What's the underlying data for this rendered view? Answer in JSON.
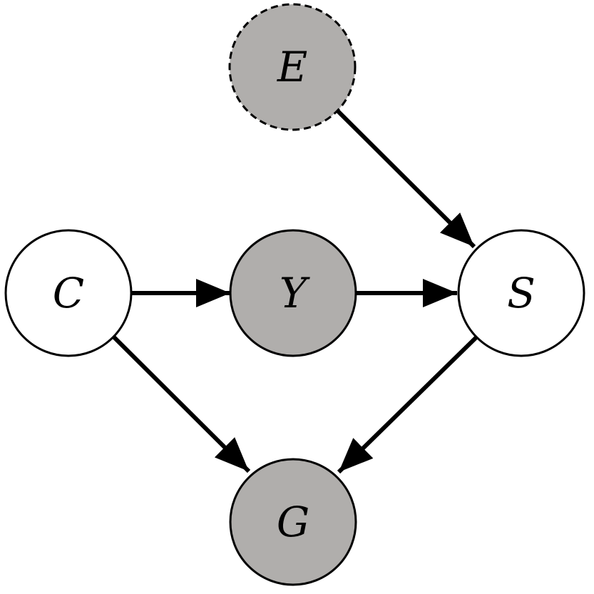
{
  "diagram": {
    "nodes": [
      {
        "id": "E",
        "label": "E",
        "observed": true,
        "latent_outline": true
      },
      {
        "id": "C",
        "label": "C",
        "observed": false,
        "latent_outline": false
      },
      {
        "id": "Y",
        "label": "Y",
        "observed": true,
        "latent_outline": false
      },
      {
        "id": "S",
        "label": "S",
        "observed": false,
        "latent_outline": false
      },
      {
        "id": "G",
        "label": "G",
        "observed": true,
        "latent_outline": false
      }
    ],
    "edges": [
      {
        "from": "E",
        "to": "S"
      },
      {
        "from": "C",
        "to": "Y"
      },
      {
        "from": "Y",
        "to": "S"
      },
      {
        "from": "C",
        "to": "G"
      },
      {
        "from": "S",
        "to": "G"
      }
    ],
    "colors": {
      "shaded_fill": "#b0aeac",
      "open_fill": "#ffffff",
      "stroke": "#000000"
    }
  }
}
